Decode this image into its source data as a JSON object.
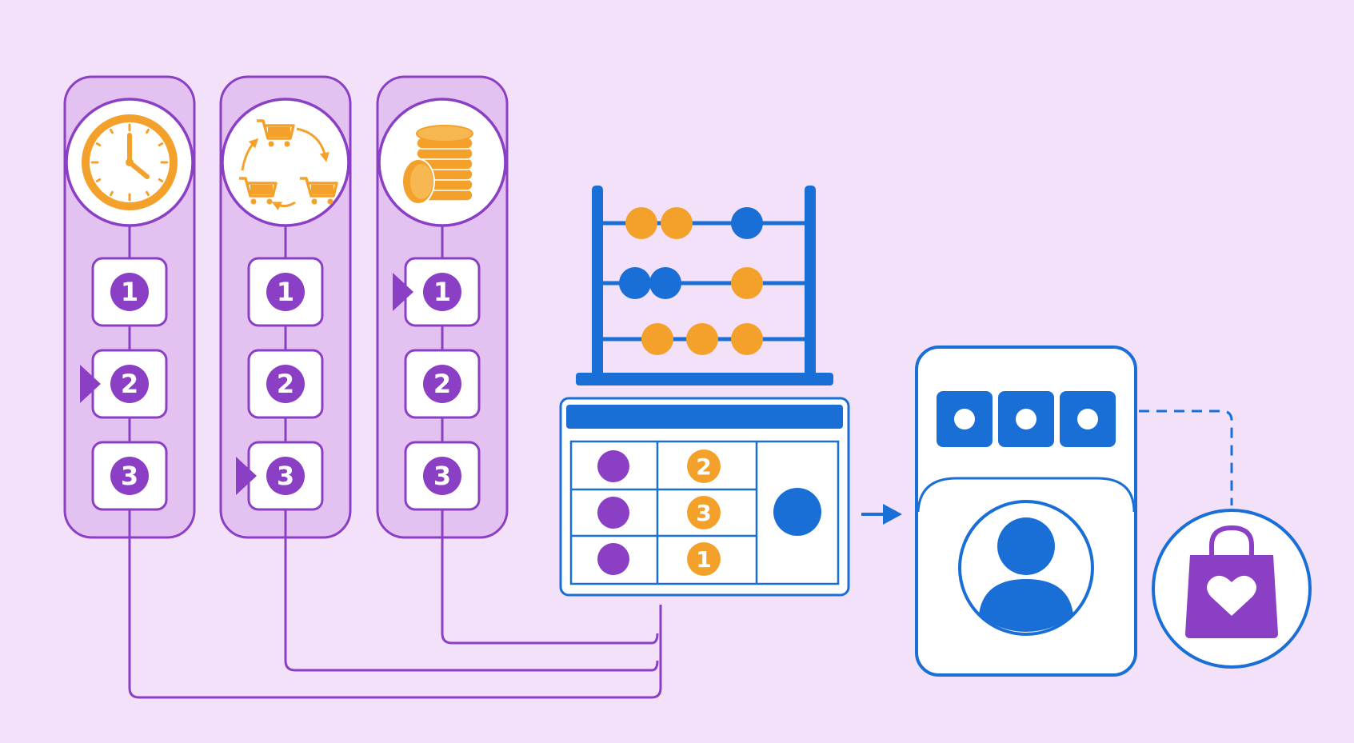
{
  "colors": {
    "background": "#f3e1f9",
    "purple": "#8a3fc4",
    "purple_light": "#e3c2f2",
    "orange": "#f4a12c",
    "blue": "#1a6fd6",
    "white": "#ffffff"
  },
  "columns": [
    {
      "icon": "clock-icon",
      "steps": [
        "1",
        "2",
        "3"
      ],
      "active_step": 2
    },
    {
      "icon": "cart-cycle-icon",
      "steps": [
        "1",
        "2",
        "3"
      ],
      "active_step": 3
    },
    {
      "icon": "coins-icon",
      "steps": [
        "1",
        "2",
        "3"
      ],
      "active_step": 1
    }
  ],
  "abacus": {
    "rows": [
      [
        "orange",
        "orange",
        "blue"
      ],
      [
        "blue",
        "blue",
        "orange"
      ],
      [
        "orange",
        "orange",
        "orange"
      ]
    ]
  },
  "grid": {
    "rows": [
      {
        "rank": "2"
      },
      {
        "rank": "3"
      },
      {
        "rank": "1"
      }
    ]
  },
  "profile": {
    "icon": "user-avatar-icon",
    "header_buttons": 3
  },
  "bag": {
    "icon": "shopping-bag-heart-icon"
  }
}
